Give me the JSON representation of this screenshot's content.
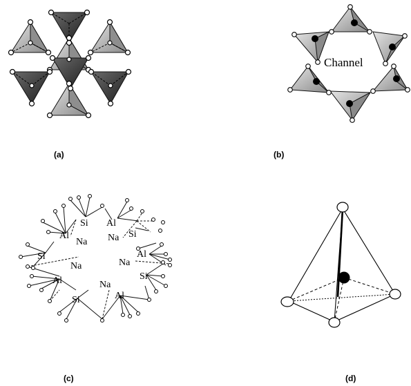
{
  "panels": {
    "a": {
      "label": "(a)"
    },
    "b": {
      "label": "(b)",
      "center_text": "Channel"
    },
    "c": {
      "label": "(c)",
      "atoms": {
        "si": "Si",
        "al": "Al",
        "na": "Na"
      }
    },
    "d": {
      "label": "(d)"
    }
  },
  "colors": {
    "dark_tetra": "#3a3a3a",
    "light_tetra": "#a8a8a8",
    "mid_tetra": "#c4c4c4",
    "line": "#111111"
  }
}
